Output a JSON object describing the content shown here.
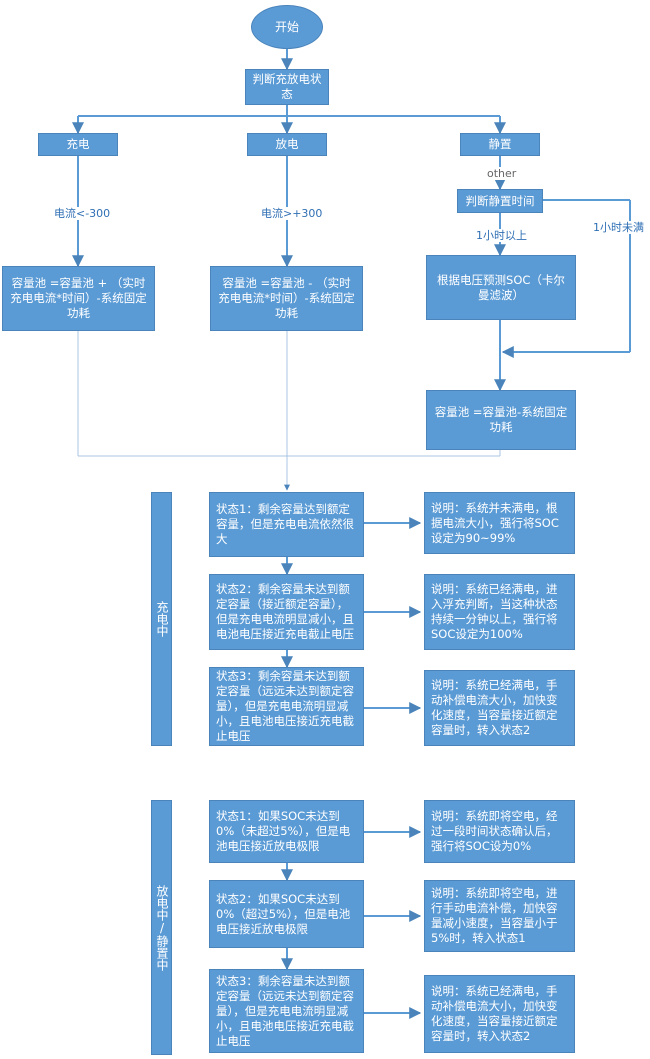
{
  "nodes": {
    "start": "开始",
    "judge_state": "判断充放电状态",
    "charge": "充电",
    "discharge": "放电",
    "idle": "静置",
    "judge_idle_time": "判断静置时间",
    "cap_charge": "容量池 =容量池 + （实时充电电流*时间）-系统固定功耗",
    "cap_discharge": "容量池 =容量池 - （实时充电电流*时间）-系统固定功耗",
    "soc_predict": "根据电压预测SOC（卡尔曼滤波）",
    "cap_idle": "容量池 =容量池-系统固定功耗"
  },
  "edge_labels": {
    "charge_cond": "电流<-300",
    "discharge_cond": "电流>+300",
    "idle_other": "other",
    "over_1h": "1小时以上",
    "under_1h": "1小时未满"
  },
  "groups": {
    "charging": "充电中",
    "discharging": "放电中/静置中"
  },
  "charging_states": [
    {
      "state": "状态1：剩余容量达到额定容量，但是充电电流依然很大",
      "note": "说明：系统并未满电，根据电流大小，强行将SOC设定为90~99%"
    },
    {
      "state": "状态2：剩余容量未达到额定容量（接近额定容量），但是充电电流明显减小，且电池电压接近充电截止电压",
      "note": "说明：系统已经满电，进入浮充判断，当这种状态持续一分钟以上，强行将SOC设定为100%"
    },
    {
      "state": "状态3：剩余容量未达到额定容量（远远未达到额定容量），但是充电电流明显减小，且电池电压接近充电截止电压",
      "note": "说明：系统已经满电，手动补偿电流大小，加快变化速度，当容量接近额定容量时，转入状态2"
    }
  ],
  "discharging_states": [
    {
      "state": "状态1：如果SOC未达到0%（未超过5%），但是电池电压接近放电极限",
      "note": "说明：系统即将空电，经过一段时间状态确认后，强行将SOC设为0%"
    },
    {
      "state": "状态2：如果SOC未达到0%（超过5%），但是电池电压接近放电极限",
      "note": "说明：系统即将空电，进行手动电流补偿，加快容量减小速度，当容量小于5%时，转入状态1"
    },
    {
      "state": "状态3：剩余容量未达到额定容量（远远未达到额定容量），但是充电电流明显减小，且电池电压接近充电截止电压",
      "note": "说明：系统已经满电，手动补偿电流大小，加快变化速度，当容量接近额定容量时，转入状态2"
    }
  ]
}
